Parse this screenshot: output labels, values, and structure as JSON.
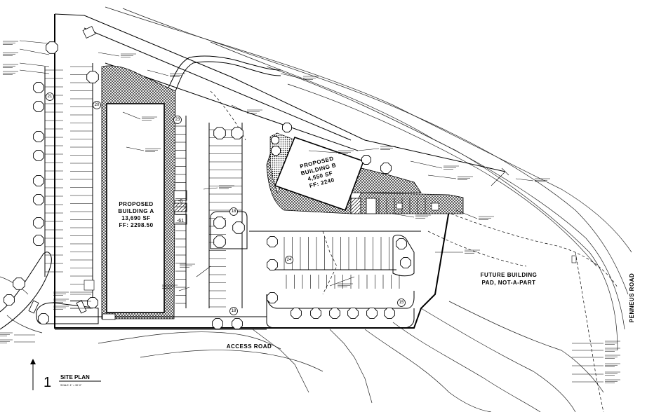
{
  "plan": {
    "building_a": {
      "line1": "PROPOSED",
      "line2": "BUILDING A",
      "area": "13,690 SF",
      "ff": "FF: 2298.50"
    },
    "building_b": {
      "line1": "PROPOSED",
      "line2": "BUILDING B",
      "area": "4,550 SF",
      "ff": "FF: 2240"
    },
    "future": {
      "line1": "FUTURE BUILDING",
      "line2": "PAD, NOT-A-PART"
    },
    "access_road": "ACCESS ROAD",
    "penneus_road": "PENNEUS ROAD",
    "parking_counts": {
      "west_row": "21",
      "building_a_west": "20",
      "building_a_east": "23",
      "island_north": "18",
      "island_south": "18",
      "center_row": "24",
      "south_row": "15"
    },
    "room_markers": [
      "-6",
      "-61"
    ]
  },
  "title_block": {
    "number": "1",
    "title": "SITE PLAN",
    "scale": "SCALE: 1\" = 30'-0\""
  }
}
